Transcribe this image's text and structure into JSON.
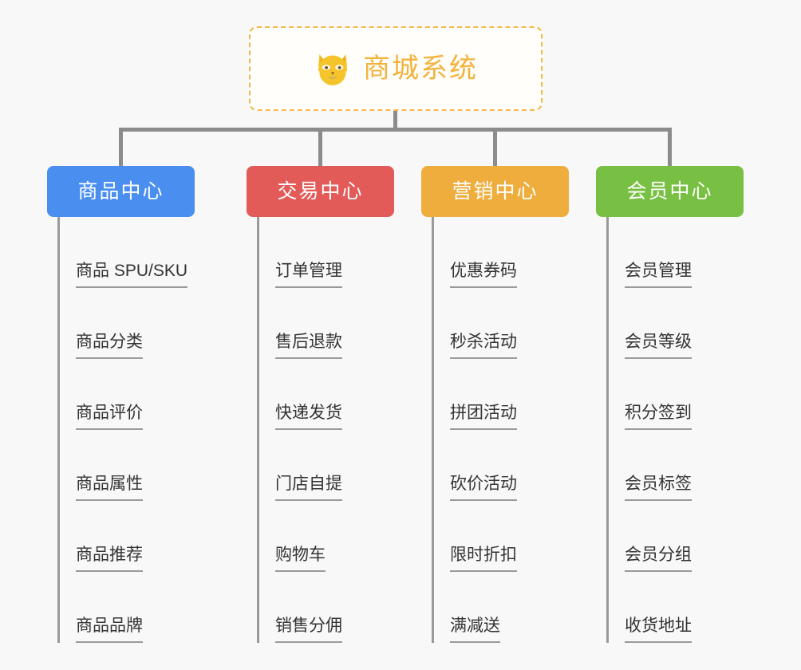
{
  "root": {
    "title": "商城系统",
    "icon": "shiba-dog-icon",
    "border_color": "#f2b84a",
    "text_color": "#f2b33c"
  },
  "background_color": "#f8f8f8",
  "connector_color": "#8c8c8c",
  "columns": [
    {
      "id": "product-center",
      "label": "商品中心",
      "color": "#4a8ef0",
      "items": [
        "商品 SPU/SKU",
        "商品分类",
        "商品评价",
        "商品属性",
        "商品推荐",
        "商品品牌"
      ]
    },
    {
      "id": "trade-center",
      "label": "交易中心",
      "color": "#e35b58",
      "items": [
        "订单管理",
        "售后退款",
        "快递发货",
        "门店自提",
        "购物车",
        "销售分佣"
      ]
    },
    {
      "id": "marketing-center",
      "label": "营销中心",
      "color": "#eead3c",
      "items": [
        "优惠券码",
        "秒杀活动",
        "拼团活动",
        "砍价活动",
        "限时折扣",
        "满减送"
      ]
    },
    {
      "id": "member-center",
      "label": "会员中心",
      "color": "#78c043",
      "items": [
        "会员管理",
        "会员等级",
        "积分签到",
        "会员标签",
        "会员分组",
        "收货地址"
      ]
    }
  ]
}
